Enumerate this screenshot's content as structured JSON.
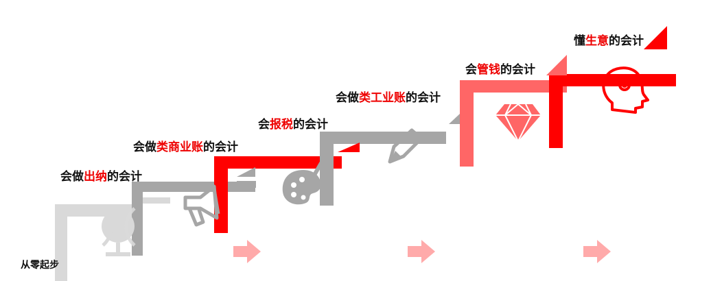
{
  "start_label": "从零起步",
  "steps": [
    {
      "prefix": "会做",
      "highlight": "出纳",
      "suffix": "的会计",
      "icon": "globe-icon"
    },
    {
      "prefix": "会做",
      "highlight": "类商业账",
      "suffix": "的会计",
      "icon": "megaphone-icon"
    },
    {
      "prefix": "会",
      "highlight": "报税",
      "suffix": "的会计",
      "icon": "palette-icon"
    },
    {
      "prefix": "会做",
      "highlight": "类工业账",
      "suffix": "的会计",
      "icon": "pencil-icon"
    },
    {
      "prefix": "会",
      "highlight": "管钱",
      "suffix": "的会计",
      "icon": "diamond-icon"
    },
    {
      "prefix": "懂",
      "highlight": "生意",
      "suffix": "的会计",
      "icon": "head-gears-icon"
    }
  ],
  "colors": {
    "light_gray": "#d9d9d9",
    "mid_gray": "#a6a6a6",
    "red": "#ff0000",
    "pink": "#ff6666",
    "arrow": "#ffaaaa",
    "text": "#111111",
    "highlight": "#ee0000"
  }
}
